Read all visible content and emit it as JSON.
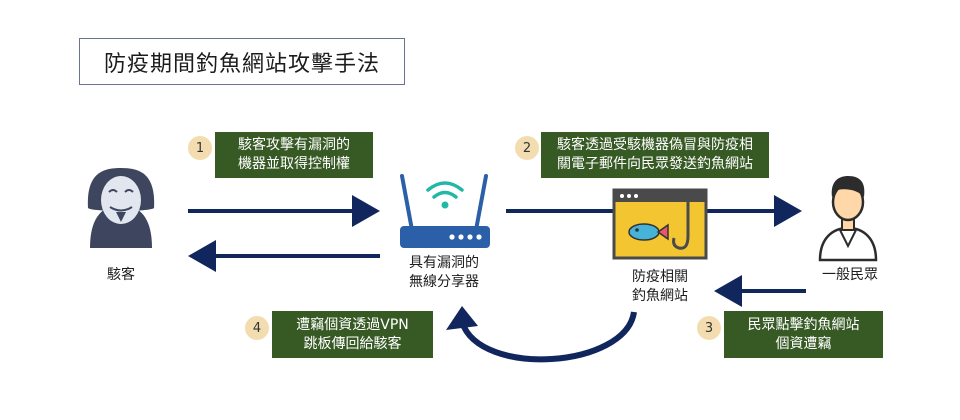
{
  "title": "防疫期間釣魚網站攻擊手法",
  "steps": [
    {
      "num": "1",
      "line1": "駭客攻擊有漏洞的",
      "line2": "機器並取得控制權"
    },
    {
      "num": "2",
      "line1": "駭客透過受駭機器偽冒與防疫相",
      "line2": "關電子郵件向民眾發送釣魚網站"
    },
    {
      "num": "3",
      "line1": "民眾點擊釣魚網站",
      "line2": "個資遭竊"
    },
    {
      "num": "4",
      "line1": "遭竊個資透過VPN",
      "line2": "跳板傳回給駭客"
    }
  ],
  "nodes": {
    "hacker": "駭客",
    "router_line1": "具有漏洞的",
    "router_line2": "無線分享器",
    "site_line1": "防疫相關",
    "site_line2": "釣魚網站",
    "public": "一般民眾"
  },
  "colors": {
    "arrow": "#12265e",
    "step_box": "#375a25",
    "step_num": "#f3ddb0",
    "router": "#2b5fa8",
    "site_frame": "#f3c531",
    "site_bar": "#4a4a4a"
  }
}
